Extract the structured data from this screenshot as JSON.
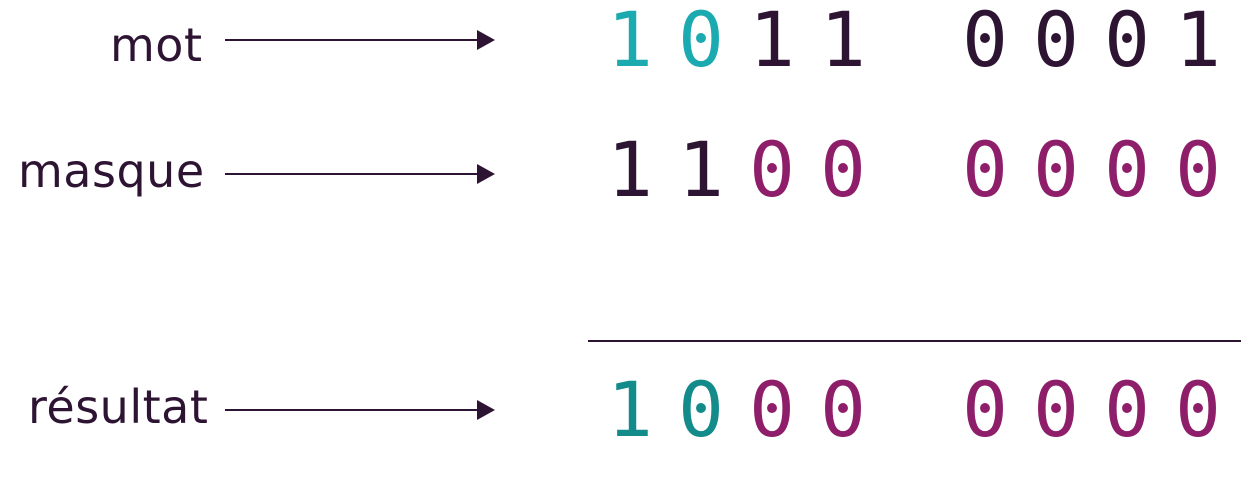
{
  "colors": {
    "text": "#2e1433",
    "teal": "#1aaaaf",
    "dark_teal": "#138b8b",
    "magenta": "#8e1e6a",
    "line": "#2e1433"
  },
  "rows": [
    {
      "label": "mot",
      "bits": [
        "1",
        "0",
        "1",
        "1",
        "0",
        "0",
        "0",
        "1"
      ],
      "colors": [
        "teal",
        "teal",
        "text",
        "text",
        "text",
        "text",
        "text",
        "text"
      ]
    },
    {
      "label": "masque",
      "bits": [
        "1",
        "1",
        "0",
        "0",
        "0",
        "0",
        "0",
        "0"
      ],
      "colors": [
        "text",
        "text",
        "magenta",
        "magenta",
        "magenta",
        "magenta",
        "magenta",
        "magenta"
      ]
    },
    {
      "label": "résultat",
      "bits": [
        "1",
        "0",
        "0",
        "0",
        "0",
        "0",
        "0",
        "0"
      ],
      "colors": [
        "dark_teal",
        "dark_teal",
        "magenta",
        "magenta",
        "magenta",
        "magenta",
        "magenta",
        "magenta"
      ]
    }
  ]
}
